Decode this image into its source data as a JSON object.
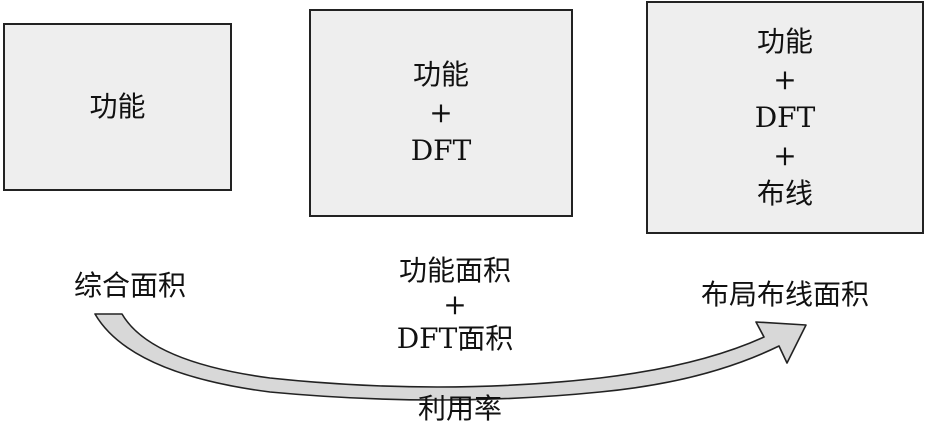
{
  "boxes": [
    {
      "lines": [
        "功能"
      ]
    },
    {
      "lines": [
        "功能",
        "+",
        "DFT"
      ]
    },
    {
      "lines": [
        "功能",
        "+",
        "DFT",
        "+",
        "布线"
      ]
    }
  ],
  "labels": {
    "synthesis_area": "综合面积",
    "function_dft_area": [
      "功能面积",
      "+",
      "DFT面积"
    ],
    "layout_routing_area": "布局布线面积",
    "utilization": "利用率"
  },
  "colors": {
    "box_fill": "#eeeeee",
    "box_border": "#222222",
    "arrow_fill": "#d8d8d8",
    "arrow_stroke": "#222222"
  }
}
